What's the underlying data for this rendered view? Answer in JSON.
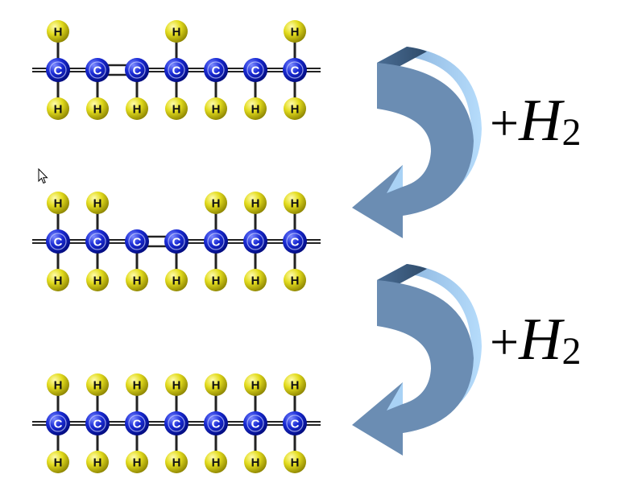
{
  "molecules": [
    {
      "carbons": [
        "C",
        "C",
        "C",
        "C",
        "C",
        "C",
        "C"
      ],
      "bonds": [
        "single",
        "double",
        "single",
        "single",
        "single",
        "single"
      ],
      "top_h": [
        true,
        false,
        false,
        true,
        false,
        false,
        true
      ],
      "bottom_h": [
        true,
        true,
        true,
        true,
        true,
        true,
        true
      ]
    },
    {
      "carbons": [
        "C",
        "C",
        "C",
        "C",
        "C",
        "C",
        "C"
      ],
      "bonds": [
        "single",
        "single",
        "double",
        "single",
        "single",
        "single"
      ],
      "top_h": [
        true,
        true,
        false,
        false,
        true,
        true,
        true
      ],
      "bottom_h": [
        true,
        true,
        true,
        true,
        true,
        true,
        true
      ]
    },
    {
      "carbons": [
        "C",
        "C",
        "C",
        "C",
        "C",
        "C",
        "C"
      ],
      "bonds": [
        "single",
        "single",
        "single",
        "single",
        "single",
        "single"
      ],
      "top_h": [
        true,
        true,
        true,
        true,
        true,
        true,
        true
      ],
      "bottom_h": [
        true,
        true,
        true,
        true,
        true,
        true,
        true
      ]
    }
  ],
  "hydrogen_label": "H",
  "reactions": [
    {
      "plus": "+",
      "species": "H",
      "subscript": "2"
    },
    {
      "plus": "+",
      "species": "H",
      "subscript": "2"
    }
  ],
  "colors": {
    "carbon": "#1a2bd6",
    "carbon_dark": "#000a7a",
    "hydrogen": "#e3dc1e",
    "hydrogen_dark": "#8a8200",
    "bond": "#222222",
    "arrow_front": "#6b8db3",
    "arrow_side": "#9cc7ee",
    "arrow_top": "#3e5e82"
  },
  "icons": {
    "cursor": "mouse-pointer-icon",
    "arrow": "curved-arrow-icon"
  }
}
